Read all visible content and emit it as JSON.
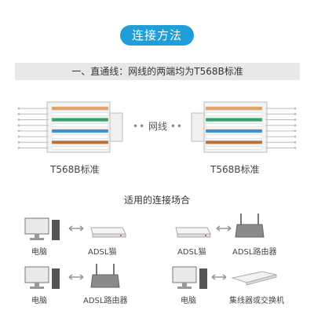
{
  "header": {
    "title": "连接方法"
  },
  "section": {
    "heading": "一、直通线：网线的两端均为T568B标准"
  },
  "cable": {
    "middle_label": "网线",
    "left_standard": "T568B标准",
    "right_standard": "T568B标准",
    "wire_colors": [
      "#e8a25c",
      "#ffffff",
      "#2aa66a",
      "#ffffff",
      "#3a8fd6",
      "#ffffff",
      "#b9703a",
      "#ffffff"
    ]
  },
  "scenarios": {
    "title": "适用的连接场合",
    "row1": {
      "left": {
        "from": "电脑",
        "to": "ADSL猫"
      },
      "right": {
        "from": "ADSL猫",
        "to": "ADSL路由器"
      }
    },
    "row2": {
      "left": {
        "from": "电脑",
        "to": "ADSL路由器"
      },
      "right": {
        "from": "电脑",
        "to": "集线器或交换机"
      }
    }
  }
}
